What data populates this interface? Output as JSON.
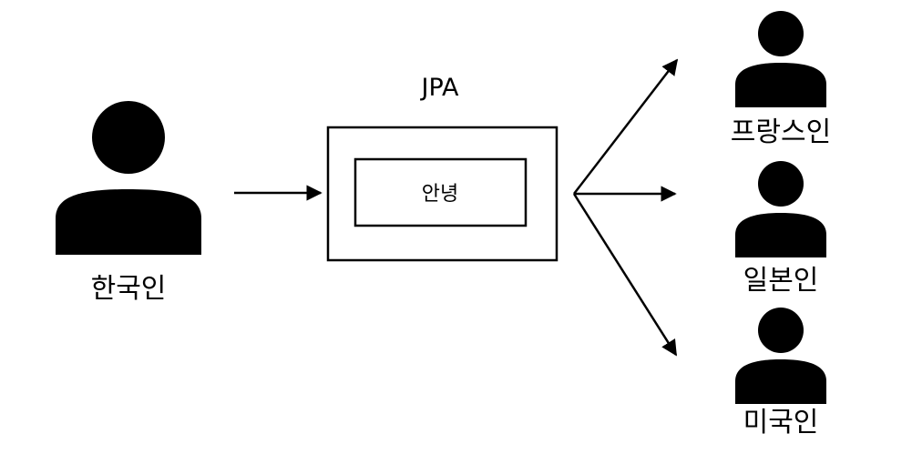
{
  "diagram": {
    "source_person": {
      "label": "한국인"
    },
    "container": {
      "title": "JPA",
      "inner_text": "안녕"
    },
    "targets": [
      {
        "label": "프랑스인"
      },
      {
        "label": "일본인"
      },
      {
        "label": "미국인"
      }
    ]
  },
  "colors": {
    "stroke": "#000000",
    "fill": "#000000",
    "background": "#ffffff"
  }
}
